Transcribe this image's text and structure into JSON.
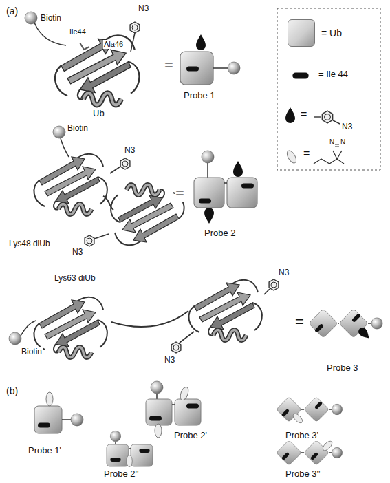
{
  "diagram": {
    "labels": [
      "(a)",
      "Biotin",
      "Ile44",
      "Ala46",
      "N3",
      "Ub",
      "=",
      "Probe 1",
      "Biotin",
      "N3",
      "N3",
      "Lys48 diUb",
      "=",
      "Probe 2",
      "Biotin",
      "N3",
      "N3",
      "Lys63 diUb",
      "=",
      "Probe 3",
      "=",
      "N3",
      "=",
      "N",
      "N",
      "(b)",
      "Probe 1'",
      "Probe 2'",
      "Probe 2''",
      "Probe 3'",
      "Probe 3''"
    ],
    "legend": [
      {
        "text": "= Ub",
        "color": "#c8c8c8"
      },
      {
        "text": "= Ile 44"
      }
    ]
  }
}
